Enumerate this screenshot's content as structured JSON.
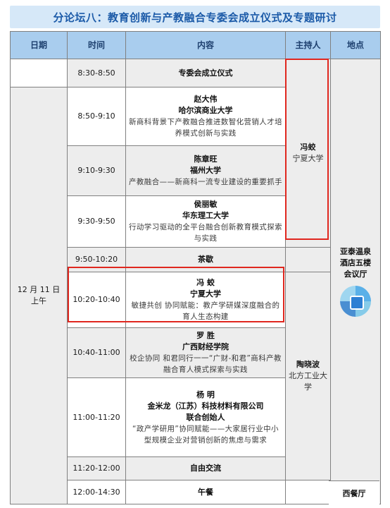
{
  "title": "分论坛八：教育创新与产教融合专委会成立仪式及专题研讨",
  "headers": [
    "日期",
    "时间",
    "内容",
    "主持人",
    "地点"
  ],
  "date": [
    "12 月 11 日",
    "上午"
  ],
  "rows": [
    {
      "time": "8:30-8:50",
      "lines": [
        "专委会成立仪式"
      ]
    },
    {
      "time": "8:50-9:10",
      "lines": [
        "赵大伟",
        "哈尔滨商业大学"
      ],
      "desc": "新商科背景下产教融合推进数智化营销人才培养模式创新与实践"
    },
    {
      "time": "9:10-9:30",
      "lines": [
        "陈章旺",
        "福州大学"
      ],
      "desc": "产教融合——新商科一流专业建设的重要抓手"
    },
    {
      "time": "9:30-9:50",
      "lines": [
        "侯丽敏",
        "华东理工大学"
      ],
      "desc": "行动学习驱动的全平台融合创新教育模式探索与实践"
    },
    {
      "time": "9:50-10:20",
      "lines": [
        "茶歇"
      ]
    },
    {
      "time": "10:20-10:40",
      "lines": [
        "冯 蛟",
        "宁夏大学"
      ],
      "desc": "敏捷共创 协同赋能：教产学研媒深度融合的育人生态构建"
    },
    {
      "time": "10:40-11:00",
      "lines": [
        "罗 胜",
        "广西财经学院"
      ],
      "desc": "校企协同 和君同行一一“广财-和君”商科产教融合育人模式探索与实践"
    },
    {
      "time": "11:00-11:20",
      "lines": [
        "杨 明",
        "金米龙（江苏）科技材料有限公司",
        "联合创始人"
      ],
      "desc": "“政产学研用”协同赋能——大家居行业中小型规模企业对营销创新的焦虑与需求"
    },
    {
      "time": "11:20-12:00",
      "lines": [
        "自由交流"
      ]
    },
    {
      "time": "12:00-14:30",
      "lines": [
        "午餐"
      ]
    }
  ],
  "hosts": [
    {
      "name": "冯蛟",
      "org": "宁夏大学"
    },
    {
      "name": "陶晓波",
      "org": "北方工业大学"
    }
  ],
  "venue": [
    "亚泰温泉",
    "酒店五楼",
    "会议厅"
  ],
  "lunch_venue": "西餐厅",
  "qr_icon": "wechat-qr-code-icon"
}
